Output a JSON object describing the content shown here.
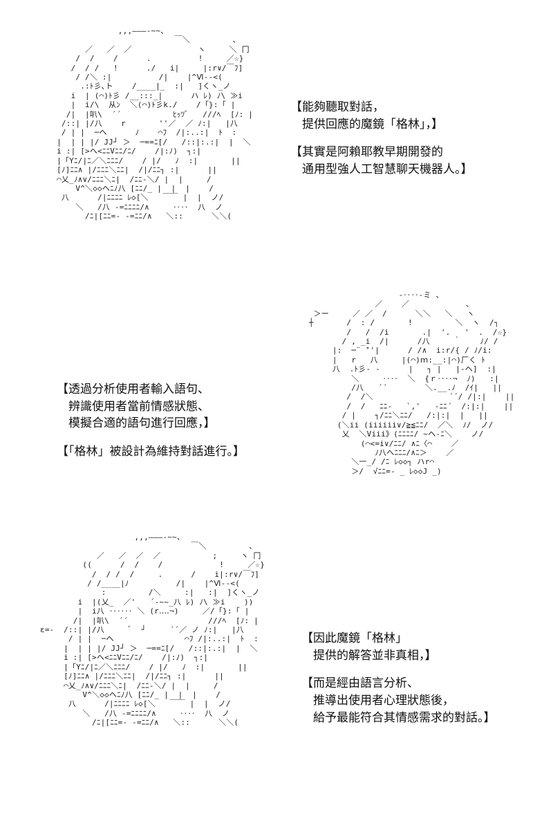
{
  "panels": [
    {
      "caption_blocks": [
        {
          "lines": [
            "【能夠聽取對話，",
            "提供回應的魔鏡「格林」，】"
          ]
        },
        {
          "lines": [
            "【其實是阿賴耶教早期開發的",
            "通用型強人工智慧聊天機器人。】"
          ]
        }
      ]
    },
    {
      "caption_blocks": [
        {
          "lines": [
            "【透過分析使用者輸入語句、",
            "辨識使用者當前情感狀態、",
            "模擬合適的語句進行回應，】"
          ]
        },
        {
          "lines": [
            "【「格林」被設計為維持對話進行。】"
          ]
        }
      ]
    },
    {
      "caption_blocks": [
        {
          "lines": [
            "【因此魔鏡「格林」",
            "提供的解答並非真相，】"
          ]
        },
        {
          "lines": [
            "【而是經由語言分析、",
            "推導出使用者心理狀態後，",
            "給予最能符合其情感需求的對話。】"
          ]
        }
      ]
    }
  ]
}
